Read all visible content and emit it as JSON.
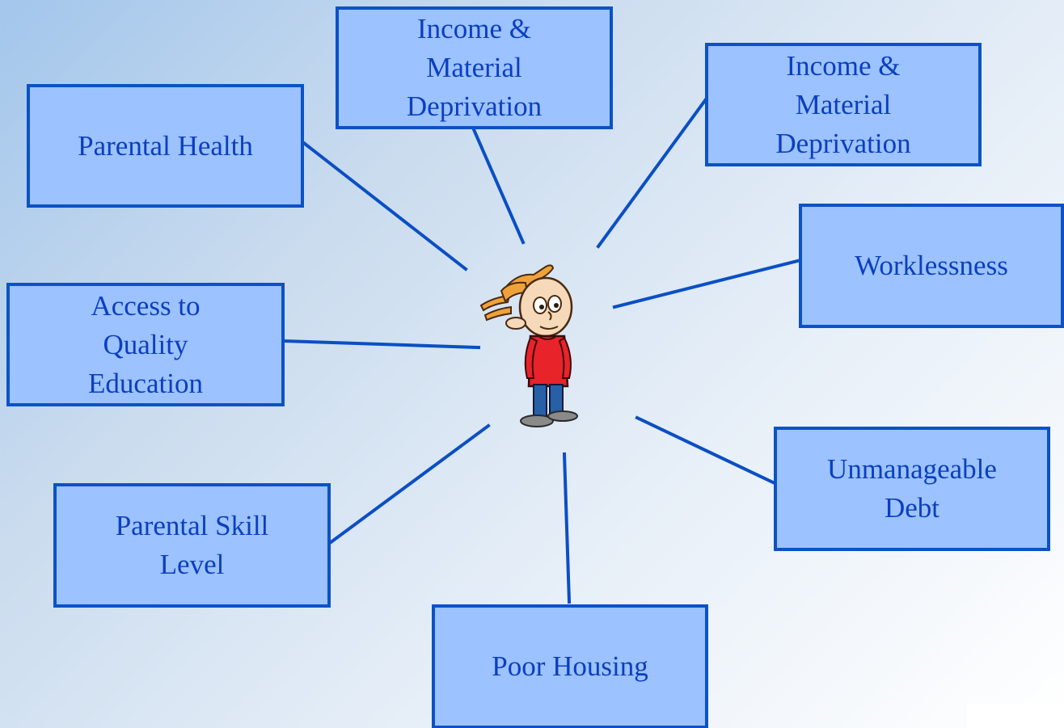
{
  "nodes": {
    "income_top": "Income &\nMaterial\nDeprivation",
    "income_right": "Income &\nMaterial\nDeprivation",
    "parental_health": "Parental Health",
    "worklessness": "Worklessness",
    "education": "Access to\nQuality\nEducation",
    "parental_skill": "Parental Skill\nLevel",
    "debt": "Unmanageable\nDebt",
    "housing": "Poor Housing"
  },
  "colors": {
    "box_fill": "#9cc2ff",
    "box_border": "#0b52c6",
    "text": "#0b3fbf",
    "connector": "#0a4fc4"
  },
  "center_figure": "cartoon-child"
}
